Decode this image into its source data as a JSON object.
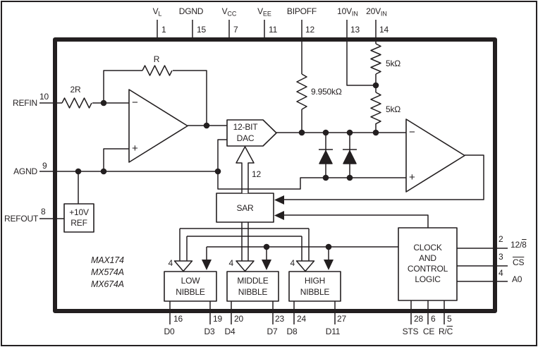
{
  "diagram": {
    "part_numbers": [
      "MAX174",
      "MX574A",
      "MX674A"
    ],
    "pins": {
      "top": [
        {
          "main": "V",
          "sub": "L",
          "num": "1"
        },
        {
          "main": "DGND",
          "sub": "",
          "num": "15"
        },
        {
          "main": "V",
          "sub": "CC",
          "num": "7"
        },
        {
          "main": "V",
          "sub": "EE",
          "num": "11"
        },
        {
          "main": "BIPOFF",
          "sub": "",
          "num": "12"
        },
        {
          "main": "10V",
          "sub": "IN",
          "num": "13"
        },
        {
          "main": "20V",
          "sub": "IN",
          "num": "14"
        }
      ],
      "left": [
        {
          "label": "REFIN",
          "num": "10"
        },
        {
          "label": "AGND",
          "num": "9"
        },
        {
          "label": "REFOUT",
          "num": "8"
        }
      ],
      "right": [
        {
          "num": "2",
          "pre": "12/",
          "over": "8"
        },
        {
          "num": "3",
          "pre": "",
          "over": "CS"
        },
        {
          "num": "4",
          "pre": "A0",
          "over": ""
        }
      ],
      "bottom_data": [
        {
          "num": "16",
          "label": "D0"
        },
        {
          "num": "19",
          "label": "D3"
        },
        {
          "num": "20",
          "label": "D4"
        },
        {
          "num": "23",
          "label": "D7"
        },
        {
          "num": "24",
          "label": "D8"
        },
        {
          "num": "27",
          "label": "D11"
        }
      ],
      "bottom_ctrl": [
        {
          "num": "28",
          "pre": "STS",
          "over": ""
        },
        {
          "num": "6",
          "pre": "CE",
          "over": ""
        },
        {
          "num": "5",
          "pre": "R/",
          "over": "C"
        }
      ]
    },
    "blocks": {
      "ref": [
        "+10V",
        "REF"
      ],
      "dac": [
        "12-BIT",
        "DAC"
      ],
      "sar": "SAR",
      "low_nibble": [
        "LOW",
        "NIBBLE"
      ],
      "middle_nibble": [
        "MIDDLE",
        "NIBBLE"
      ],
      "high_nibble": [
        "HIGH",
        "NIBBLE"
      ],
      "clock": [
        "CLOCK",
        "AND",
        "CONTROL",
        "LOGIC"
      ]
    },
    "resistors": {
      "feedback": "R",
      "input": "2R",
      "bipoff": "9.950kΩ",
      "divider_top": "5kΩ",
      "divider_bottom": "5kΩ"
    },
    "buses": {
      "dac_width": "12",
      "nibble_width": "4"
    },
    "opamp_signs": {
      "minus": "−",
      "plus": "+"
    },
    "colors": {
      "line": "#231f20",
      "background": "#ffffff"
    }
  }
}
